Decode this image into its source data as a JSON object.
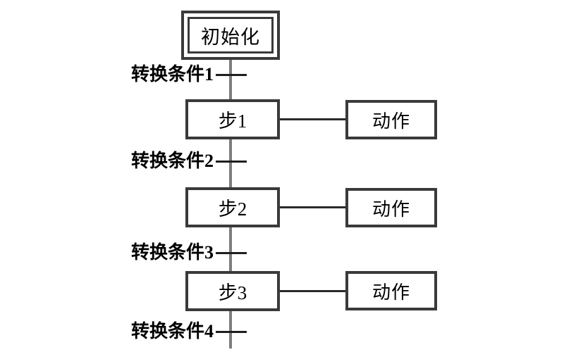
{
  "diagram": {
    "title_semantic": "sequential-function-chart",
    "init_label": "初始化",
    "transitions": [
      {
        "label": "转换条件1"
      },
      {
        "label": "转换条件2"
      },
      {
        "label": "转换条件3"
      },
      {
        "label": "转换条件4"
      }
    ],
    "steps": [
      {
        "label": "步1",
        "action": "动作"
      },
      {
        "label": "步2",
        "action": "动作"
      },
      {
        "label": "步3",
        "action": "动作"
      }
    ],
    "colors": {
      "background": "#ffffff",
      "box_border": "#3a3a3a",
      "spine_line": "#7d7d7d",
      "tick_line": "#1f1f1f",
      "connector_line": "#2a2a2a",
      "text": "#000000"
    }
  }
}
